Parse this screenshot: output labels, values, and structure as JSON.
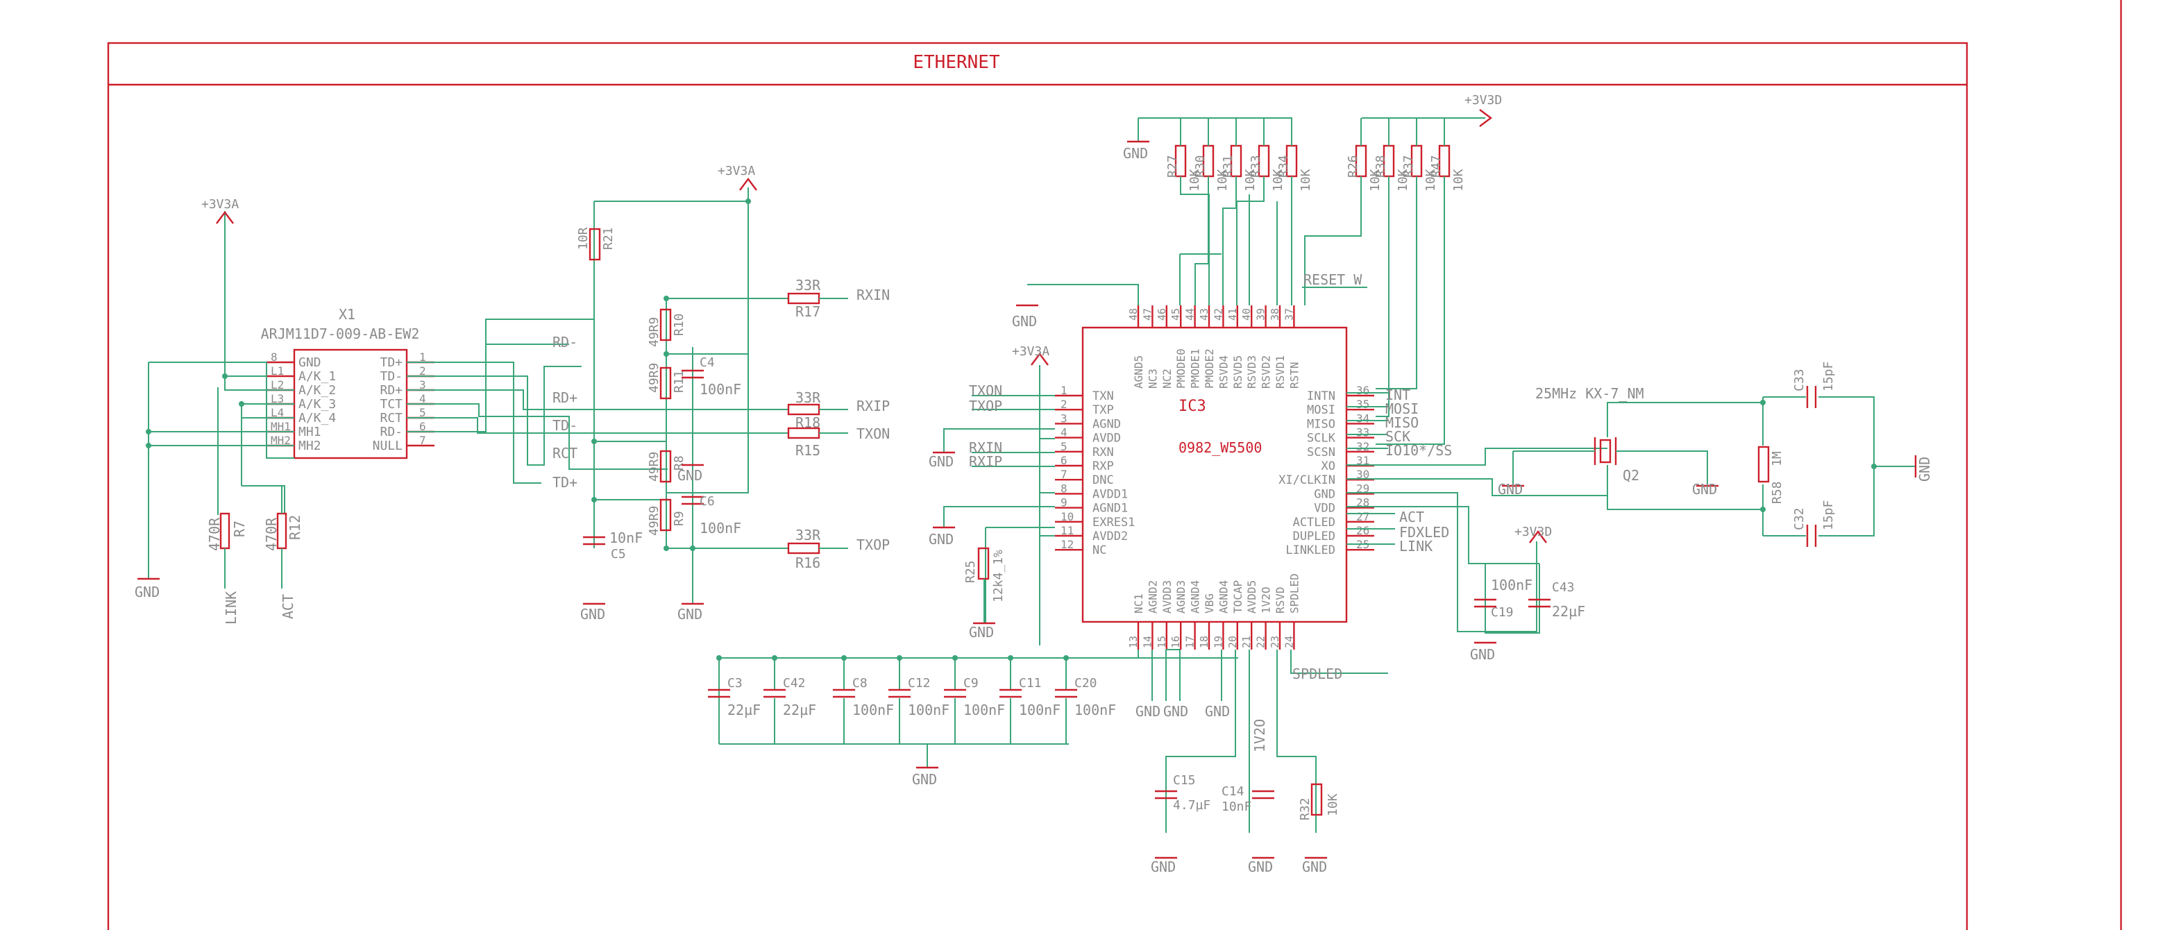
{
  "frame": {
    "title": "ETHERNET"
  },
  "colors": {
    "part": "#cc1f2b",
    "wire": "#3aa579",
    "label": "#8a8a8a"
  },
  "connector": {
    "ref": "X1",
    "value": "ARJM11D7-009-AB-EW2",
    "left_pins": [
      "GND",
      "A/K_1",
      "A/K_2",
      "A/K_3",
      "A/K_4",
      "MH1",
      "MH2"
    ],
    "left_nums": [
      "8",
      "L1",
      "L2",
      "L3",
      "L4",
      "MH1",
      "MH2"
    ],
    "right_pins": [
      "TD+",
      "TD-",
      "RD+",
      "TCT",
      "RCT",
      "RD-",
      "NULL"
    ],
    "right_nums": [
      "1",
      "2",
      "3",
      "4",
      "5",
      "6",
      "7"
    ]
  },
  "chip": {
    "ref": "IC3",
    "value": "0982_W5500",
    "left_pins": [
      "TXN",
      "TXP",
      "AGND",
      "AVDD",
      "RXN",
      "RXP",
      "DNC",
      "AVDD1",
      "AGND1",
      "EXRES1",
      "AVDD2",
      "NC"
    ],
    "left_nums": [
      "1",
      "2",
      "3",
      "4",
      "5",
      "6",
      "7",
      "8",
      "9",
      "10",
      "11",
      "12"
    ],
    "right_pins": [
      "INTN",
      "MOSI",
      "MISO",
      "SCLK",
      "SCSN",
      "XO",
      "XI/CLKIN",
      "GND",
      "VDD",
      "ACTLED",
      "DUPLED",
      "LINKLED"
    ],
    "right_nums": [
      "36",
      "35",
      "34",
      "33",
      "32",
      "31",
      "30",
      "29",
      "28",
      "27",
      "26",
      "25"
    ],
    "top_pins": [
      "AGND5",
      "NC3",
      "NC2",
      "PMODE0",
      "PMODE1",
      "PMODE2",
      "RSVD4",
      "RSVD5",
      "RSVD3",
      "RSVD2",
      "RSVD1",
      "RSTN"
    ],
    "top_nums": [
      "48",
      "47",
      "46",
      "45",
      "44",
      "43",
      "42",
      "41",
      "40",
      "39",
      "38",
      "37"
    ],
    "bottom_pins": [
      "NC1",
      "AGND2",
      "AVDD3",
      "AGND3",
      "AGND4",
      "VBG",
      "AGND4",
      "TOCAP",
      "AVDD5",
      "1V2O",
      "RSVD",
      "SPDLED"
    ],
    "bottom_nums": [
      "13",
      "14",
      "15",
      "16",
      "17",
      "18",
      "19",
      "20",
      "21",
      "22",
      "23",
      "24"
    ]
  },
  "nets": {
    "right_nets": [
      "INT",
      "MOSI",
      "MISO",
      "SCK",
      "IO10*/SS",
      "ACT",
      "FDXLED",
      "LINK"
    ],
    "tx_rx_left": [
      "TXON",
      "TXOP",
      "RXIN",
      "RXIP"
    ],
    "tx_rx_right": [
      "RXIN",
      "RXIP",
      "TXON",
      "TXOP"
    ],
    "conn_nets": [
      "RD-",
      "RD+",
      "TD-",
      "RCT",
      "TD+"
    ],
    "reset": "RESET_W",
    "spdled": "SPDLED",
    "v1v2": "1V2O",
    "led_nets": [
      "LINK",
      "ACT"
    ]
  },
  "power": {
    "v3a": "+3V3A",
    "v3d": "+3V3D",
    "gnd": "GND"
  },
  "resistors": {
    "R21": "10R",
    "R10": "49R9",
    "R11": "49R9",
    "R8": "49R9",
    "R9": "49R9",
    "R17": "33R",
    "R18": "33R",
    "R15": "33R",
    "R16": "33R",
    "R7": "470R",
    "R12": "470R",
    "R25": "12k4_1%",
    "R32": "10K",
    "R58": "1M",
    "top_left_refs": [
      "R27",
      "R30",
      "R31",
      "R33",
      "R34"
    ],
    "top_right_refs": [
      "R26",
      "R38",
      "R37",
      "R47"
    ],
    "top_value": "10K"
  },
  "capacitors": {
    "C4": "100nF",
    "C6": "100nF",
    "C5": "10nF",
    "bank_refs": [
      "C3",
      "C42",
      "C8",
      "C12",
      "C9",
      "C11",
      "C20"
    ],
    "bank_vals": [
      "22µF",
      "22µF",
      "100nF",
      "100nF",
      "100nF",
      "100nF",
      "100nF"
    ],
    "C15": "4.7µF",
    "C14": "10nF",
    "C19": "100nF",
    "C43": "22µF",
    "C33": "15pF",
    "C32": "15pF"
  },
  "crystal": {
    "ref": "Q2",
    "value": "25MHz KX-7_NM"
  }
}
